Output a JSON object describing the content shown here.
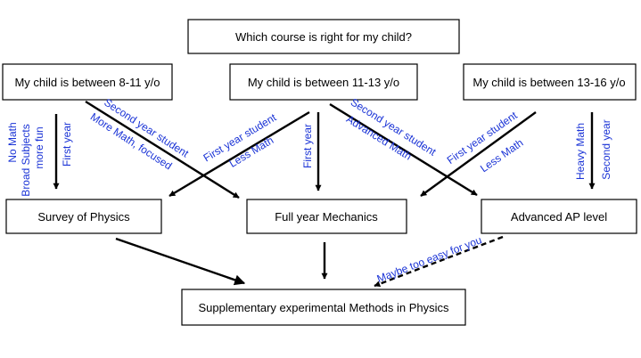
{
  "colors": {
    "box_border": "#000000",
    "box_text": "#000000",
    "arrow": "#000000",
    "edge_label": "#1a33d6"
  },
  "nodes": {
    "question": "Which course is right for my child?",
    "age_8_11": "My child is between 8-11 y/o",
    "age_11_13": "My child is between 11-13 y/o",
    "age_13_16": "My child is between 13-16 y/o",
    "survey": "Survey of Physics",
    "mechanics": "Full year Mechanics",
    "ap": "Advanced AP level",
    "supplementary": "Supplementary experimental Methods in Physics"
  },
  "edge_labels": {
    "no_math": "No Math",
    "broad_subjects": "Broad Subjects",
    "more_fun": "more fun",
    "first_year_left": "First year",
    "second_year_student_left": "Second year student",
    "more_math_focused": "More Math, focused",
    "first_year_student_mid": "First year student",
    "less_math_mid": "Less Math",
    "first_year_mid": "First year",
    "second_year_student_mid": "Second year student",
    "advanced_math": "Advanced Math",
    "first_year_student_right": "First year student",
    "less_math_right": "Less Math",
    "heavy_math": "Heavy Math",
    "second_year_right": "Second year",
    "maybe_too_easy": "Maybe too easy for you"
  }
}
